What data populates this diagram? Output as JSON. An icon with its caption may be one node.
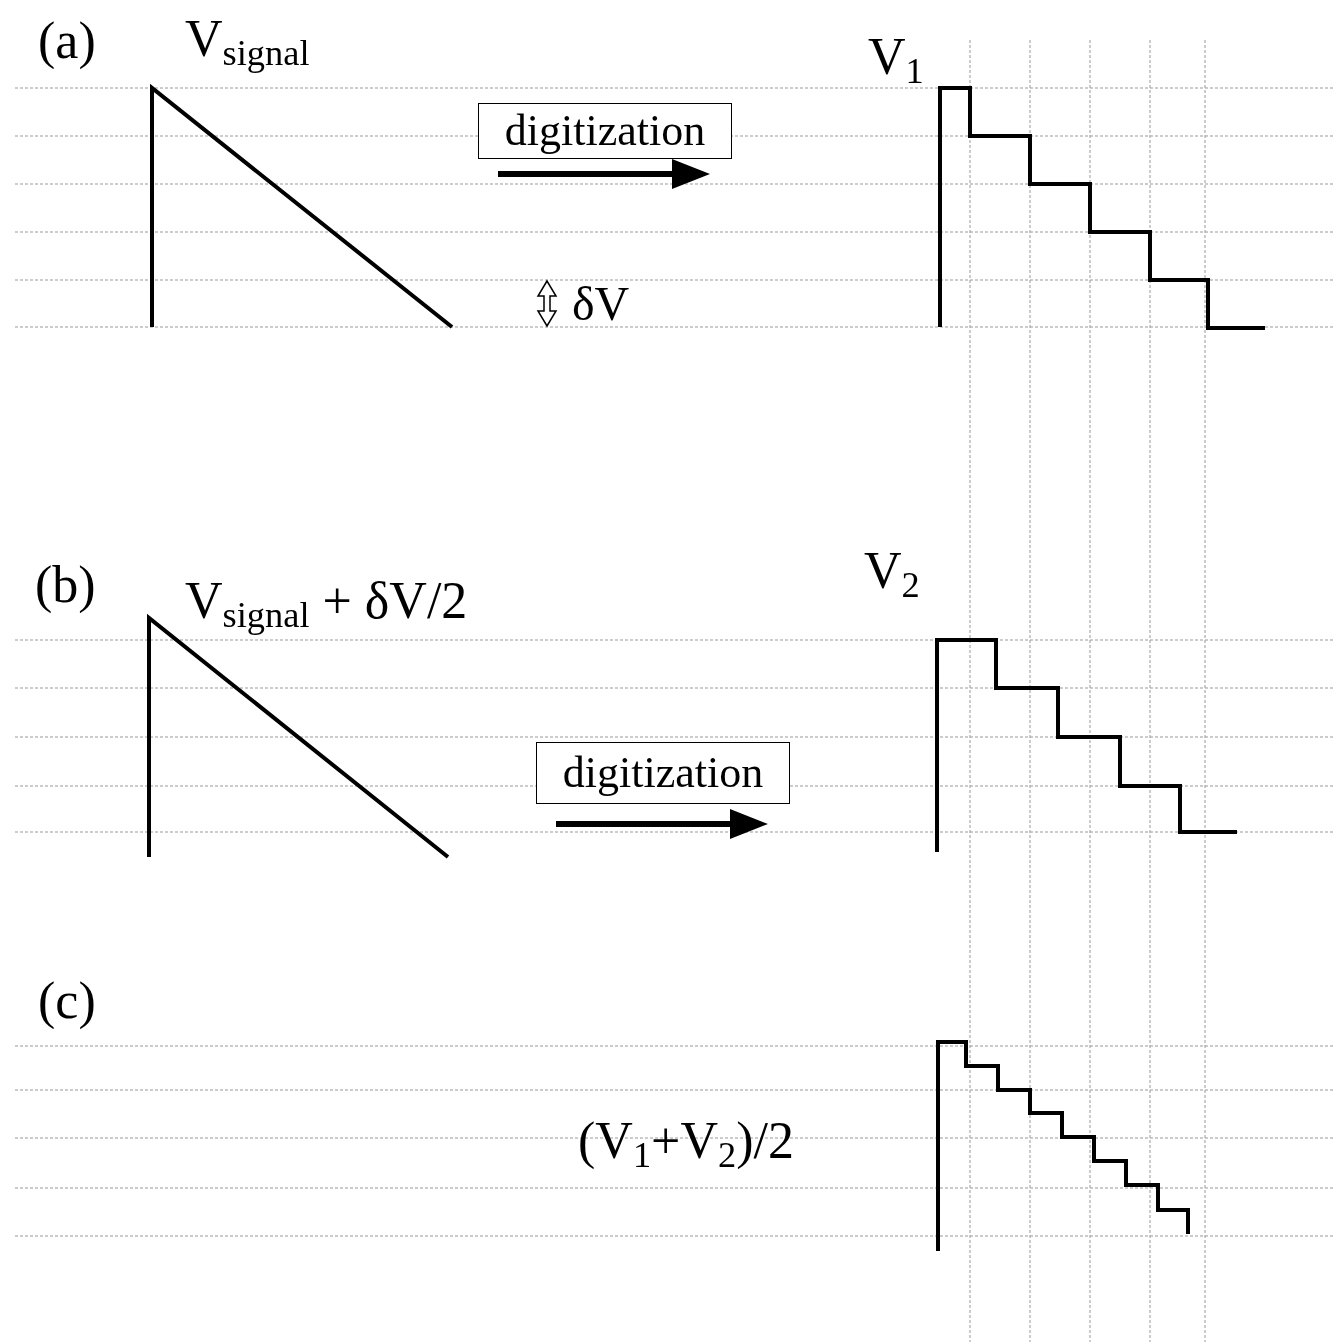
{
  "diagram": {
    "nodes": [
      {
        "text": [
          "digitization"
        ]
      },
      {
        "text": [
          "digitization"
        ]
      }
    ],
    "labels": [
      "(a)",
      "V$_{signal}$",
      "V$_{1}$",
      "δV",
      "(b)",
      "V$_{signal}$ + δV/2",
      "V$_{2}$",
      "(c)",
      "(V$_{1}$+V$_{2}$)/2"
    ]
  }
}
